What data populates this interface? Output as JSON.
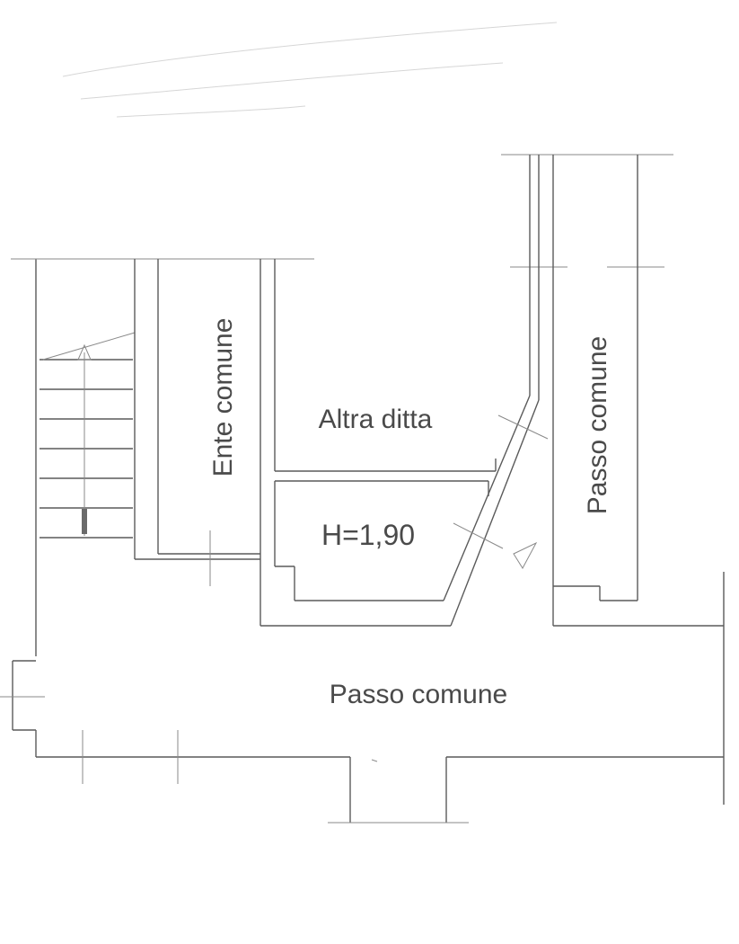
{
  "plan": {
    "labels": {
      "ente_comune": "Ente comune",
      "altra_ditta": "Altra ditta",
      "height_note": "H=1,90",
      "passo_comune_vertical": "Passo comune",
      "passo_comune_horizontal": "Passo comune"
    }
  },
  "colors": {
    "line": "#5a5a5a",
    "text": "#4a4a4a",
    "background": "#ffffff"
  }
}
